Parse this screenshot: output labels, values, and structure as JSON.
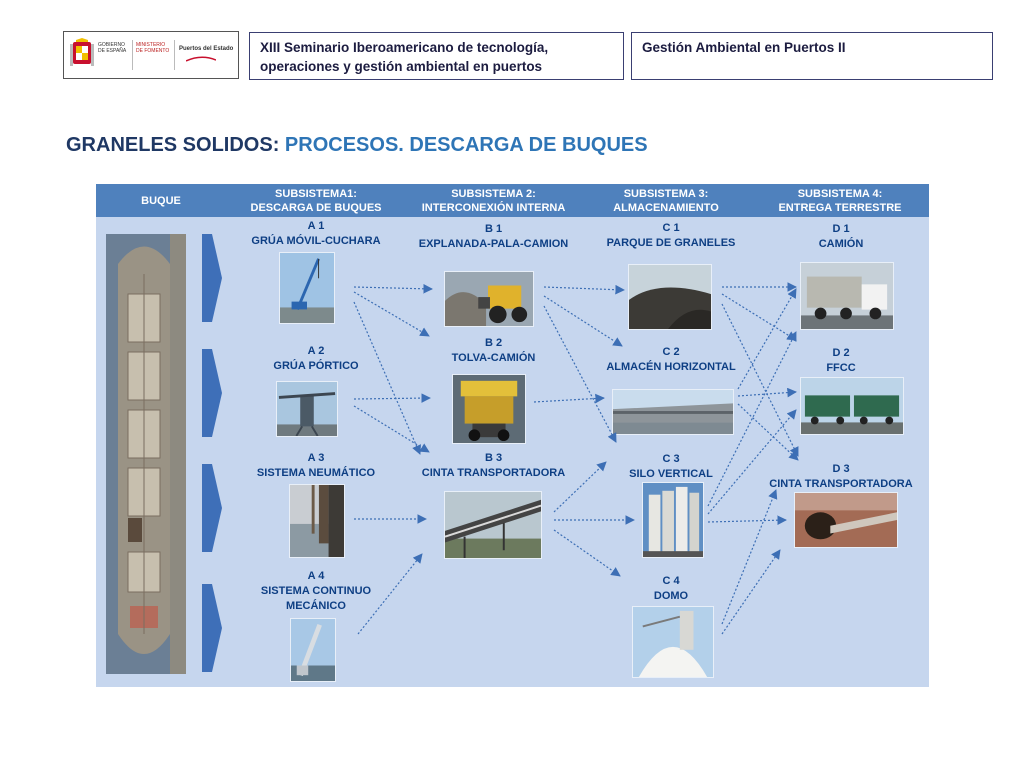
{
  "header": {
    "seminar_line1": "XIII Seminario Iberoamericano de tecnología,",
    "seminar_line2": "operaciones y gestión ambiental en puertos",
    "course": "Gestión Ambiental en Puertos II",
    "logo": {
      "gobierno": "GOBIERNO DE ESPAÑA",
      "ministerio": "MINISTERIO DE FOMENTO",
      "puertos": "Puertos del Estado"
    }
  },
  "title": {
    "prefix": "GRANELES SOLIDOS:",
    "rest": "PROCESOS. DESCARGA DE BUQUES"
  },
  "columns": [
    "BUQUE",
    "SUBSISTEMA1:\nDESCARGA DE BUQUES",
    "SUBSISTEMA 2:\nINTERCONEXIÓN INTERNA",
    "SUBSISTEMA 3:\nALMACENAMIENTO",
    "SUBSISTEMA 4:\nENTREGA TERRESTRE"
  ],
  "nodes": {
    "A1": {
      "code": "A 1",
      "name": "GRÚA MÓVIL-CUCHARA"
    },
    "A2": {
      "code": "A 2",
      "name": "GRÚA PÓRTICO"
    },
    "A3": {
      "code": "A 3",
      "name": "SISTEMA NEUMÁTICO"
    },
    "A4": {
      "code": "A 4",
      "name": "SISTEMA CONTINUO\nMECÁNICO"
    },
    "B1": {
      "code": "B 1",
      "name": "EXPLANADA-PALA-CAMION"
    },
    "B2": {
      "code": "B 2",
      "name": "TOLVA-CAMIÓN"
    },
    "B3": {
      "code": "B 3",
      "name": "CINTA TRANSPORTADORA"
    },
    "C1": {
      "code": "C 1",
      "name": "PARQUE DE GRANELES"
    },
    "C2": {
      "code": "C 2",
      "name": "ALMACÉN HORIZONTAL"
    },
    "C3": {
      "code": "C 3",
      "name": "SILO VERTICAL"
    },
    "C4": {
      "code": "C 4",
      "name": "DOMO"
    },
    "D1": {
      "code": "D 1",
      "name": "CAMIÓN"
    },
    "D2": {
      "code": "D 2",
      "name": "FFCC"
    },
    "D3": {
      "code": "D 3",
      "name": "CINTA TRANSPORTADORA"
    }
  },
  "colors": {
    "header_bar": "#4f81bd",
    "diagram_bg": "#c6d6ee",
    "label_text": "#0e3f84",
    "title_dark": "#1f3864",
    "title_accent": "#2e75b6",
    "arrow": "#3d6fb5"
  }
}
